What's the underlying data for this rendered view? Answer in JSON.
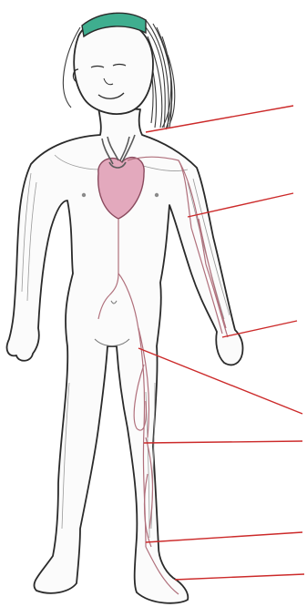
{
  "diagram": {
    "subject": "child-body-circulatory-system",
    "colors": {
      "background": "#ffffff",
      "outline": "#2a2a2a",
      "shading": "#9a9a9a",
      "hair": "#3a3a3a",
      "headband": "#3fae8f",
      "heart": "#e3a9bd",
      "heart_outline": "#8a4a5e",
      "vessels": "#b0707c",
      "pointer_lines": "#cc2a2a"
    },
    "pointer_lines": [
      {
        "id": "neck-vessel-pointer",
        "label": ""
      },
      {
        "id": "arm-vessel-pointer",
        "label": ""
      },
      {
        "id": "hand-vessel-pointer",
        "label": ""
      },
      {
        "id": "thigh-vessel-pointer",
        "label": ""
      },
      {
        "id": "knee-vessel-pointer",
        "label": ""
      },
      {
        "id": "ankle-vessel-pointer",
        "label": ""
      },
      {
        "id": "foot-vessel-pointer",
        "label": ""
      }
    ]
  }
}
